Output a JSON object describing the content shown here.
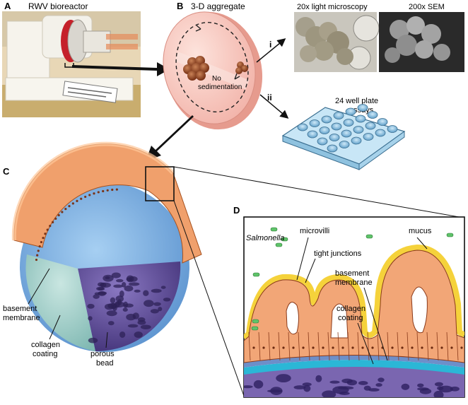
{
  "panels": {
    "a": {
      "letter": "A",
      "title": "RWV bioreactor"
    },
    "b": {
      "letter": "B",
      "title": "3-D aggregate",
      "sphere_label_1": "No",
      "sphere_label_2": "sedimentation"
    },
    "i": {
      "numeral": "i",
      "micro_title": "20x light microscopy",
      "sem_title": "200x SEM"
    },
    "ii": {
      "numeral": "ii",
      "title_line1": "24 well plate",
      "title_line2": "assays"
    },
    "c": {
      "letter": "C",
      "basement_1": "basement",
      "basement_2": "membrane",
      "collagen_1": "collagen",
      "collagen_2": "coating",
      "porous_1": "porous",
      "porous_2": "bead"
    },
    "d": {
      "letter": "D",
      "salmonella": "Salmonella",
      "microvilli": "microvilli",
      "tight_junctions": "tight junctions",
      "mucus": "mucus",
      "basement_1": "basement",
      "basement_2": "membrane",
      "collagen_1": "collagen",
      "collagen_2": "coating"
    }
  },
  "colors": {
    "cell": "#f2a677",
    "cell_outline": "#8a3a1a",
    "mucus": "#f5d23b",
    "bead": "#5b4a9a",
    "sphere_blue": "#7fb3e6",
    "collagen": "#a9d3d0",
    "basement": "#2bb7d6"
  }
}
